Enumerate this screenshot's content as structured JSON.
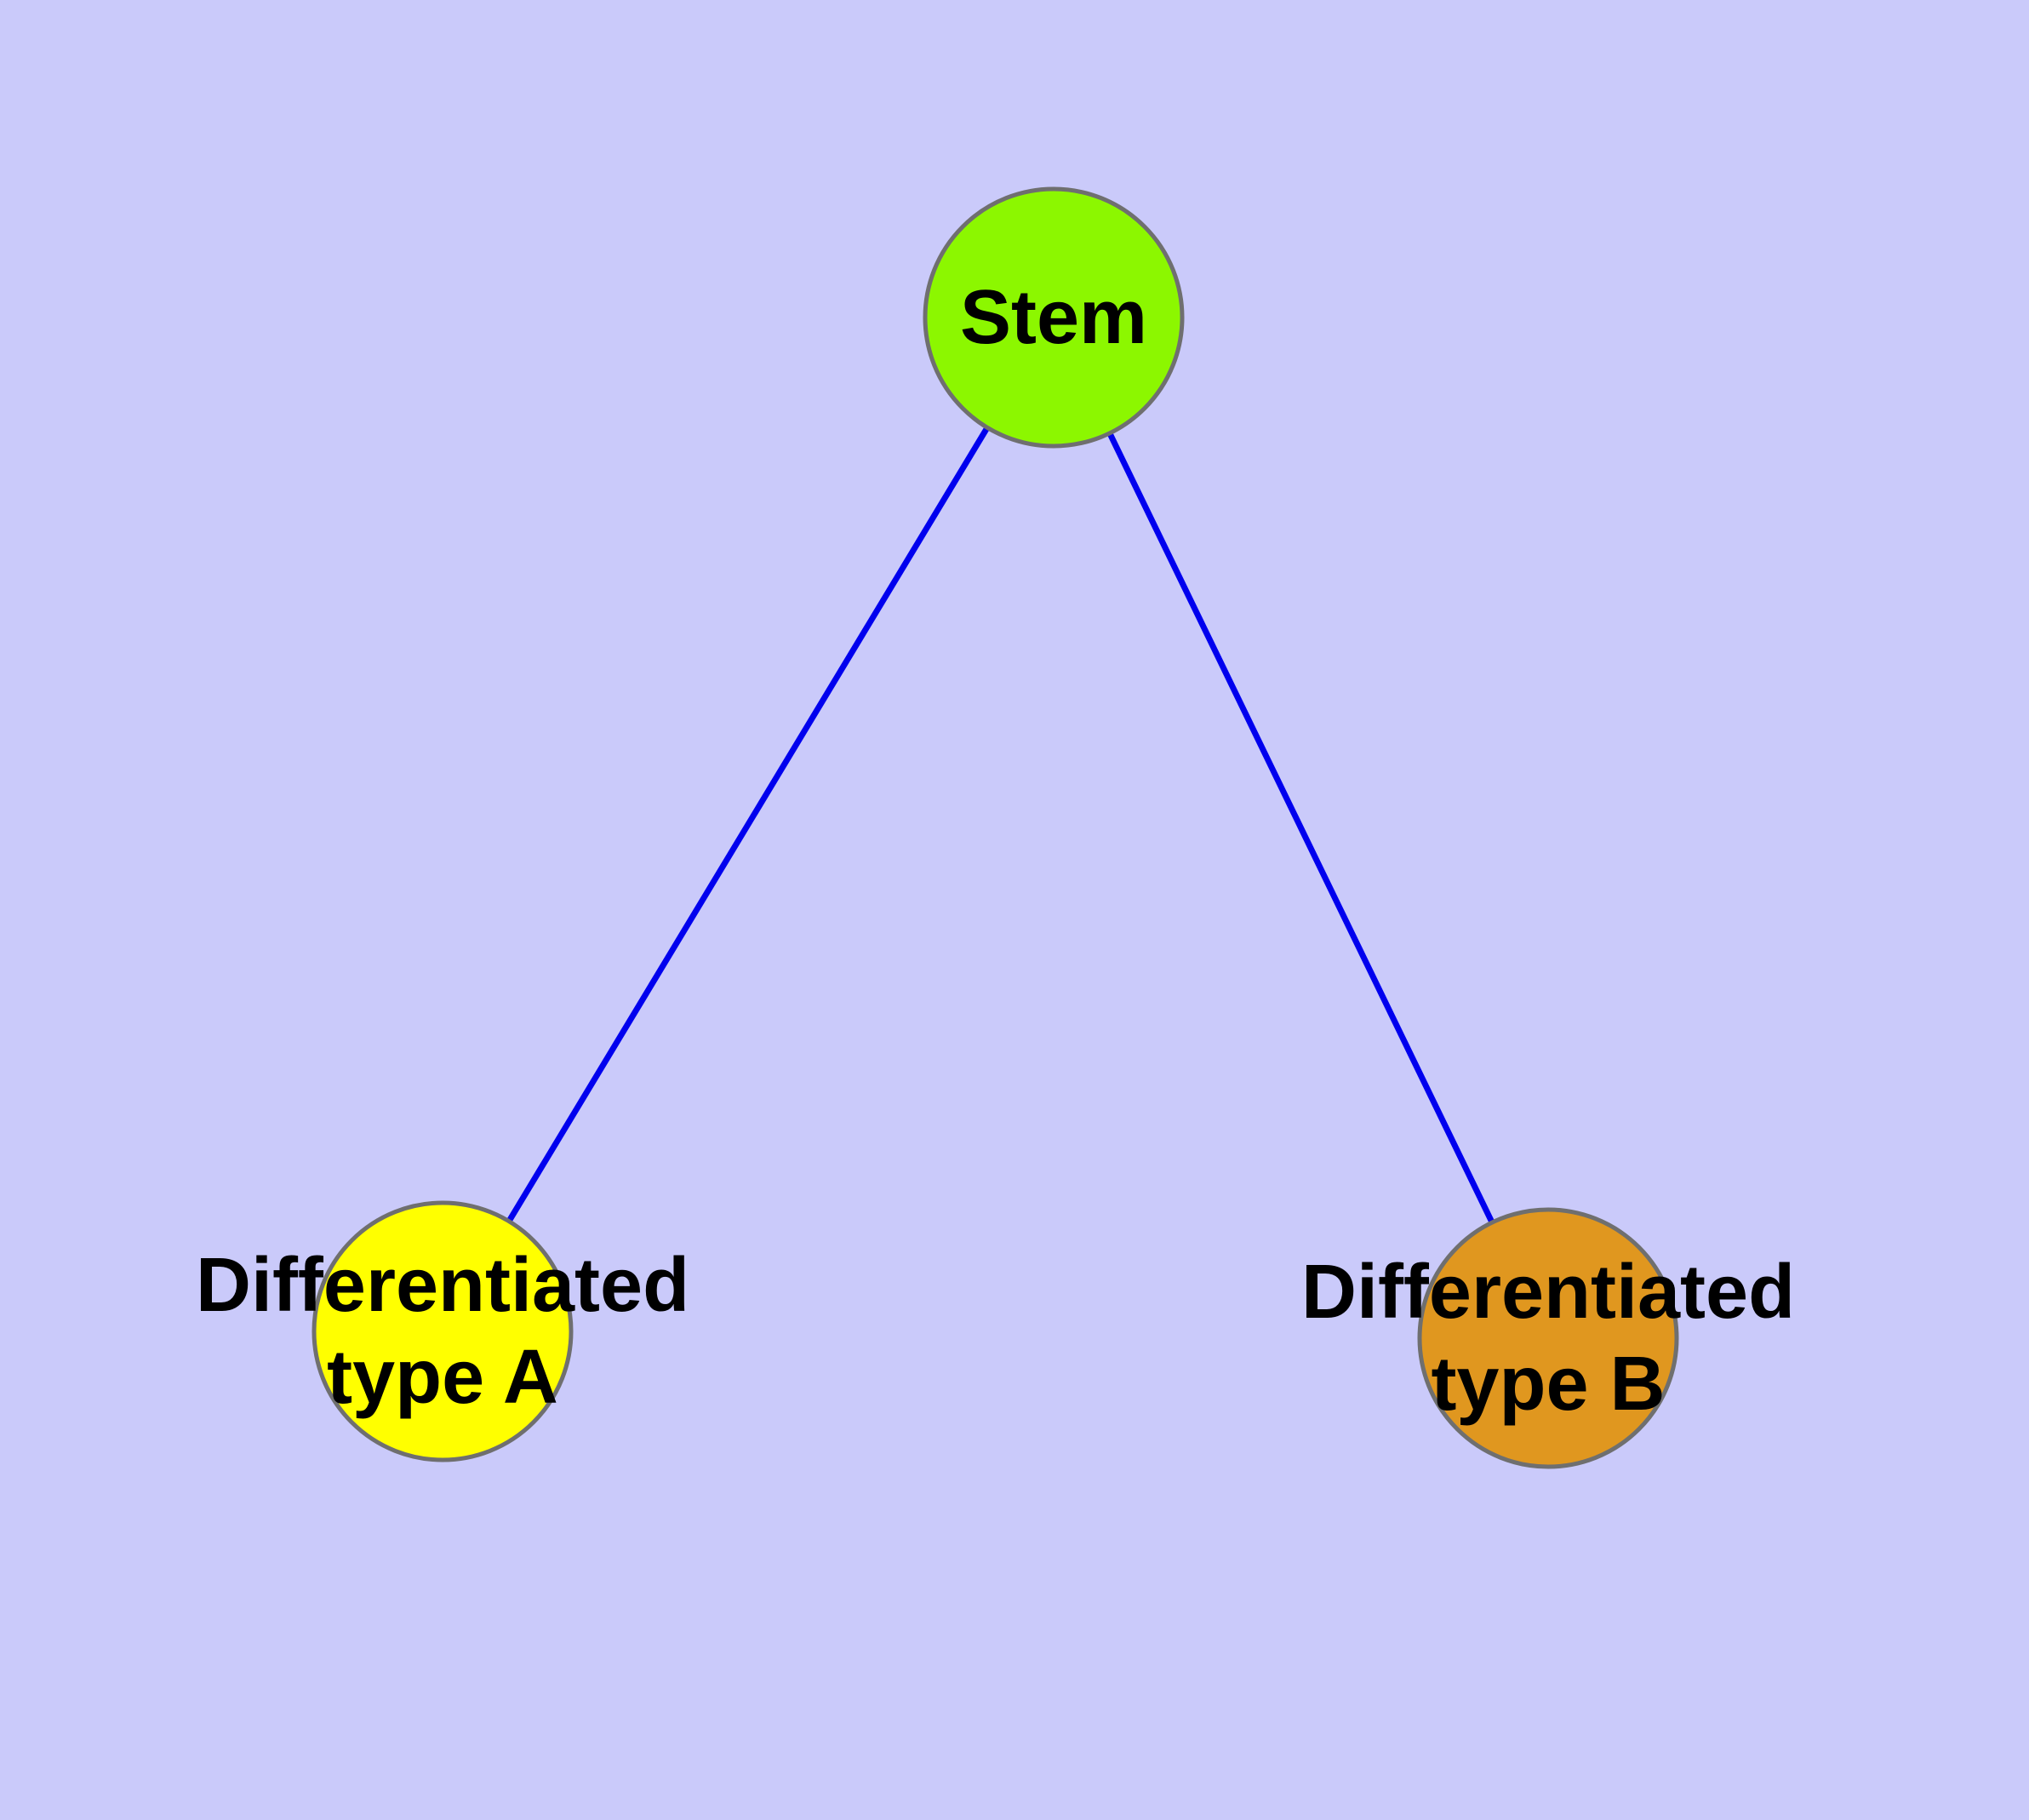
{
  "diagram": {
    "background_color": "#CACAFA",
    "edge_color": "#0000EE",
    "node_border_color": "#6F6F6F",
    "label_color": "#000000",
    "nodes": [
      {
        "id": "stem",
        "label": "Stem",
        "fill": "#8CF700"
      },
      {
        "id": "diff-a",
        "label": "Differentiated\ntype A",
        "fill": "#FFFF00"
      },
      {
        "id": "diff-b",
        "label": "Differentiated\ntype B",
        "fill": "#E0971F"
      }
    ],
    "edges": [
      {
        "from": "Stem",
        "to": "Differentiated type A"
      },
      {
        "from": "Stem",
        "to": "Differentiated type B"
      }
    ]
  }
}
